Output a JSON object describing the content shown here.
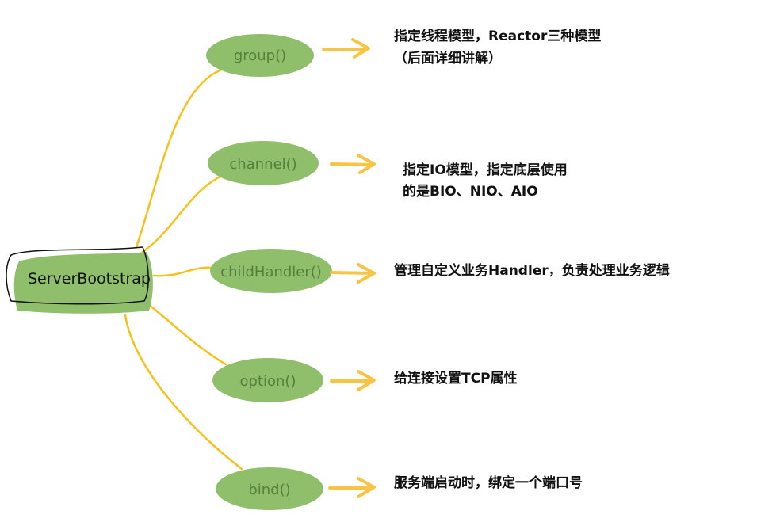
{
  "root": {
    "label": "ServerBootstrap"
  },
  "nodes": [
    {
      "label": "group()",
      "description": [
        "指定线程模型，Reactor三种模型",
        "（后面详细讲解）"
      ]
    },
    {
      "label": "channel()",
      "description": [
        "指定IO模型，指定底层使用",
        "的是BIO、NIO、AIO"
      ]
    },
    {
      "label": "childHandler()",
      "description": [
        "管理自定义业务Handler，负责处理业务逻辑"
      ]
    },
    {
      "label": "option()",
      "description": [
        "给连接设置TCP属性"
      ]
    },
    {
      "label": "bind()",
      "description": [
        "服务端启动时，绑定一个端口号"
      ]
    }
  ],
  "colors": {
    "node": "#90bf6b",
    "node_text": "#557f3d",
    "connector": "#f6c21a",
    "arrow": "#f7c443"
  }
}
